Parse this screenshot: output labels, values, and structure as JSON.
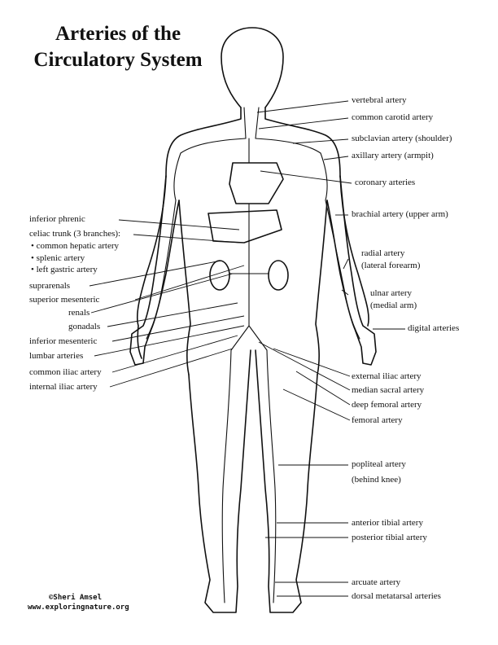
{
  "title": {
    "line1": "Arteries of the",
    "line2": "Circulatory System"
  },
  "labels_right": {
    "vertebral": "vertebral artery",
    "common_carotid": "common carotid artery",
    "subclavian": "subclavian artery (shoulder)",
    "axillary": "axillary artery (armpit)",
    "coronary": "coronary arteries",
    "brachial": "brachial artery (upper arm)",
    "radial_1": "radial artery",
    "radial_2": "(lateral forearm)",
    "ulnar_1": "ulnar artery",
    "ulnar_2": "(medial arm)",
    "digital": "digital arteries",
    "external_iliac": "external iliac artery",
    "median_sacral": "median sacral artery",
    "deep_femoral": "deep femoral artery",
    "femoral": "femoral artery",
    "popliteal_1": "popliteal artery",
    "popliteal_2": "(behind knee)",
    "anterior_tibial": "anterior tibial artery",
    "posterior_tibial": "posterior tibial artery",
    "arcuate": "arcuate artery",
    "dorsal_metatarsal": "dorsal metatarsal arteries"
  },
  "labels_left": {
    "inferior_phrenic": "inferior phrenic",
    "celiac_trunk": "celiac trunk",
    "celiac_note": "(3 branches):",
    "common_hepatic": "• common hepatic artery",
    "splenic": "• splenic artery",
    "left_gastric": "• left gastric artery",
    "suprarenals": "suprarenals",
    "superior_mesenteric": "superior mesenteric",
    "renals": "renals",
    "gonadals": "gonadals",
    "inferior_mesenteric": "inferior mesenteric",
    "lumbar": "lumbar arteries",
    "common_iliac": "common iliac artery",
    "internal_iliac": "internal iliac artery"
  },
  "credit": {
    "line1": "©Sheri Amsel",
    "line2": "www.exploringnature.org"
  }
}
